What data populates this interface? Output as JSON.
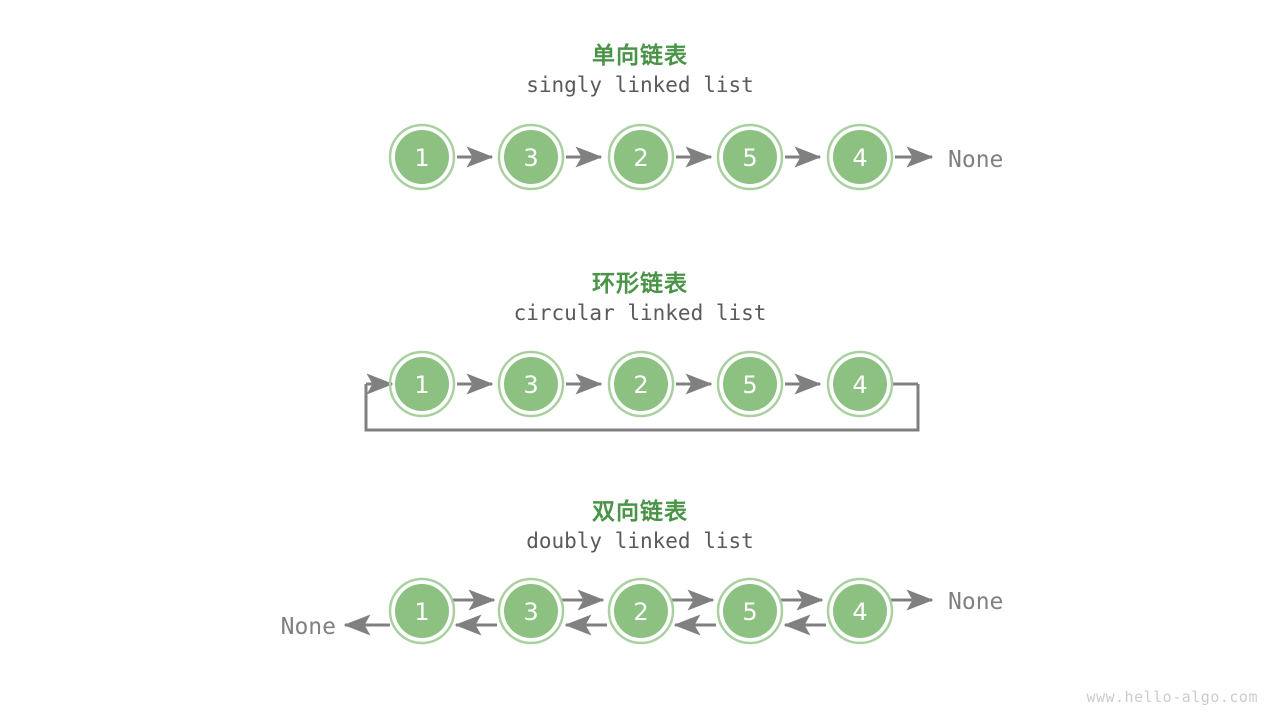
{
  "page": {
    "background": "#ffffff",
    "watermark": "www.hello-algo.com"
  },
  "theme": {
    "node_fill": "#8cc182",
    "node_ring": "#a9d1a0",
    "node_text": "#ffffff",
    "arrow": "#808080",
    "title_cn_color": "#4a9447",
    "title_en_color": "#5a5a5a",
    "none_color": "#808080",
    "watermark_color": "#cccccc"
  },
  "sections": [
    {
      "id": "singly",
      "title_cn": "单向链表",
      "title_en": "singly linked list",
      "nodes": [
        "1",
        "3",
        "2",
        "5",
        "4"
      ],
      "tail_label": "None",
      "head_label": null,
      "bidirectional": false,
      "circular": false
    },
    {
      "id": "circular",
      "title_cn": "环形链表",
      "title_en": "circular linked list",
      "nodes": [
        "1",
        "3",
        "2",
        "5",
        "4"
      ],
      "tail_label": null,
      "head_label": null,
      "bidirectional": false,
      "circular": true
    },
    {
      "id": "doubly",
      "title_cn": "双向链表",
      "title_en": "doubly linked list",
      "nodes": [
        "1",
        "3",
        "2",
        "5",
        "4"
      ],
      "tail_label": "None",
      "head_label": "None",
      "bidirectional": true,
      "circular": false
    }
  ],
  "node_values": {
    "n0": "1",
    "n1": "3",
    "n2": "2",
    "n3": "5",
    "n4": "4"
  },
  "labels": {
    "none": "None"
  }
}
